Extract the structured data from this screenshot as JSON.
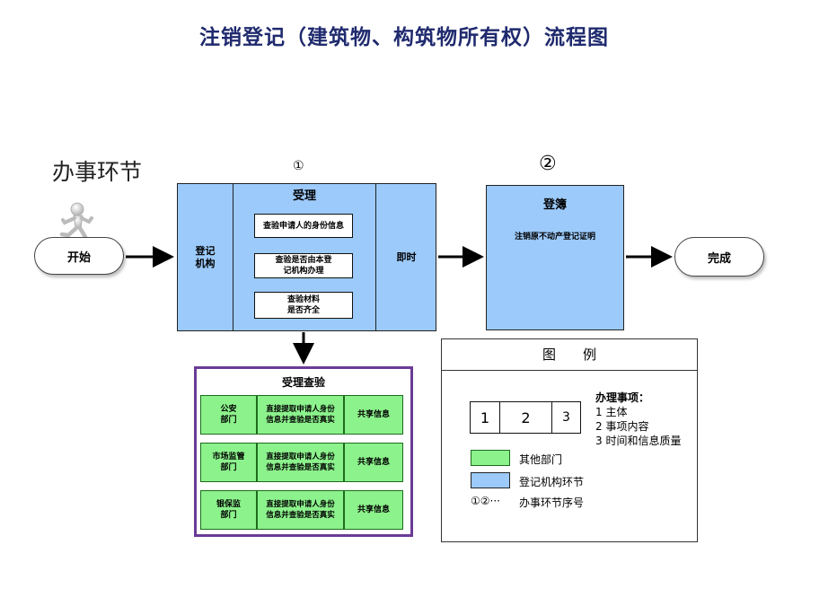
{
  "title": "注销登记（建筑物、构筑物所有权）流程图",
  "section_label": "办事环节",
  "start_label": "开始",
  "finish_label": "完成",
  "step1": {
    "number": "①",
    "subject": "登记\n机构",
    "content_title": "受理",
    "items": [
      "查验申请人的身份信息",
      "查验是否由本登\n记机构办理",
      "查验材料\n是否齐全"
    ],
    "time": "即时"
  },
  "step2": {
    "number": "②",
    "content_title": "登簿",
    "content": "注销原不动产登记证明"
  },
  "verification": {
    "title": "受理查验",
    "rows": [
      {
        "dept": "公安\n部门",
        "content": "直接提取申请人身份\n信息并查验是否真实",
        "info": "共享信息"
      },
      {
        "dept": "市场监管\n部门",
        "content": "直接提取申请人身份\n信息并查验是否真实",
        "info": "共享信息"
      },
      {
        "dept": "银保监\n部门",
        "content": "直接提取申请人身份\n信息并查验是否真实",
        "info": "共享信息"
      }
    ]
  },
  "legend": {
    "title": "图　　例",
    "cells": [
      "1",
      "2",
      "3"
    ],
    "items_title": "办理事项：",
    "items": [
      "1  主体",
      "2  事项内容",
      "3  时间和信息质量"
    ],
    "other_dept": "其他部门",
    "reg_step": "登记机构环节",
    "seq_symbol": "①②···",
    "seq_label": "办事环节序号"
  },
  "colors": {
    "title": "#1f2a6e",
    "registration_blue": "#9ccafa",
    "other_dept_green": "#8cf28c",
    "verification_border": "#6a3b96"
  },
  "icons": {
    "runner": "running-man-icon"
  }
}
